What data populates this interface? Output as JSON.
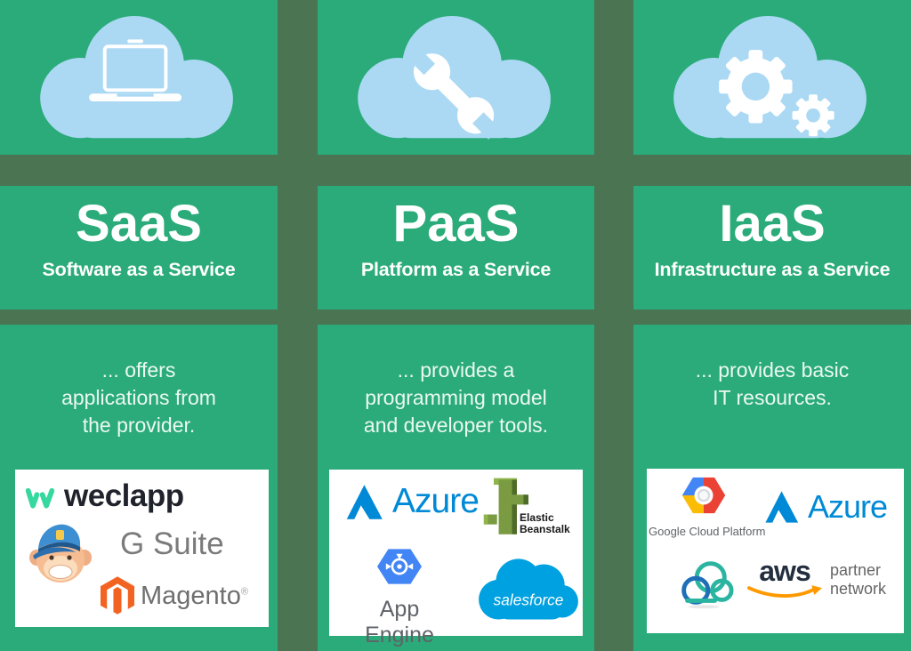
{
  "colors": {
    "background": "#4a7452",
    "panel_green": "#2aab79",
    "cloud_blue": "#abd9f4",
    "text_white": "#ffffff",
    "azure_blue": "#0089d6",
    "salesforce_blue": "#00a1e0",
    "aws_orange": "#ff9900",
    "magento_orange": "#f26322",
    "weclapp_green": "#35d89e"
  },
  "columns": [
    {
      "key": "saas",
      "icon": "laptop-cloud",
      "title": "SaaS",
      "subtitle": "Software as a Service",
      "description": "... offers\napplications from\nthe provider.",
      "logos": [
        "weclapp",
        "Mailchimp",
        "G Suite",
        "Magento"
      ]
    },
    {
      "key": "paas",
      "icon": "wrench-cloud",
      "title": "PaaS",
      "subtitle": "Platform as a Service",
      "description": "... provides a\nprogramming model\nand developer tools.",
      "logos": [
        "Microsoft Azure",
        "AWS Elastic Beanstalk",
        "Google App Engine",
        "Salesforce"
      ]
    },
    {
      "key": "iaas",
      "icon": "gears-cloud",
      "title": "IaaS",
      "subtitle": "Infrastructure as a Service",
      "description": "... provides basic\nIT resources.",
      "logos": [
        "Google Cloud Platform",
        "Microsoft Azure",
        "Cloud",
        "AWS Partner Network"
      ]
    }
  ],
  "logo_text": {
    "weclapp": "weclapp",
    "gsuite": "G Suite",
    "magento": "Magento",
    "magento_reg": "®",
    "azure": "Azure",
    "elastic": "Elastic\nBeanstalk",
    "app_engine": "App Engine",
    "salesforce": "salesforce",
    "gcp": "Google Cloud Platform",
    "aws": "aws",
    "aws_sub": "partner\nnetwork"
  }
}
